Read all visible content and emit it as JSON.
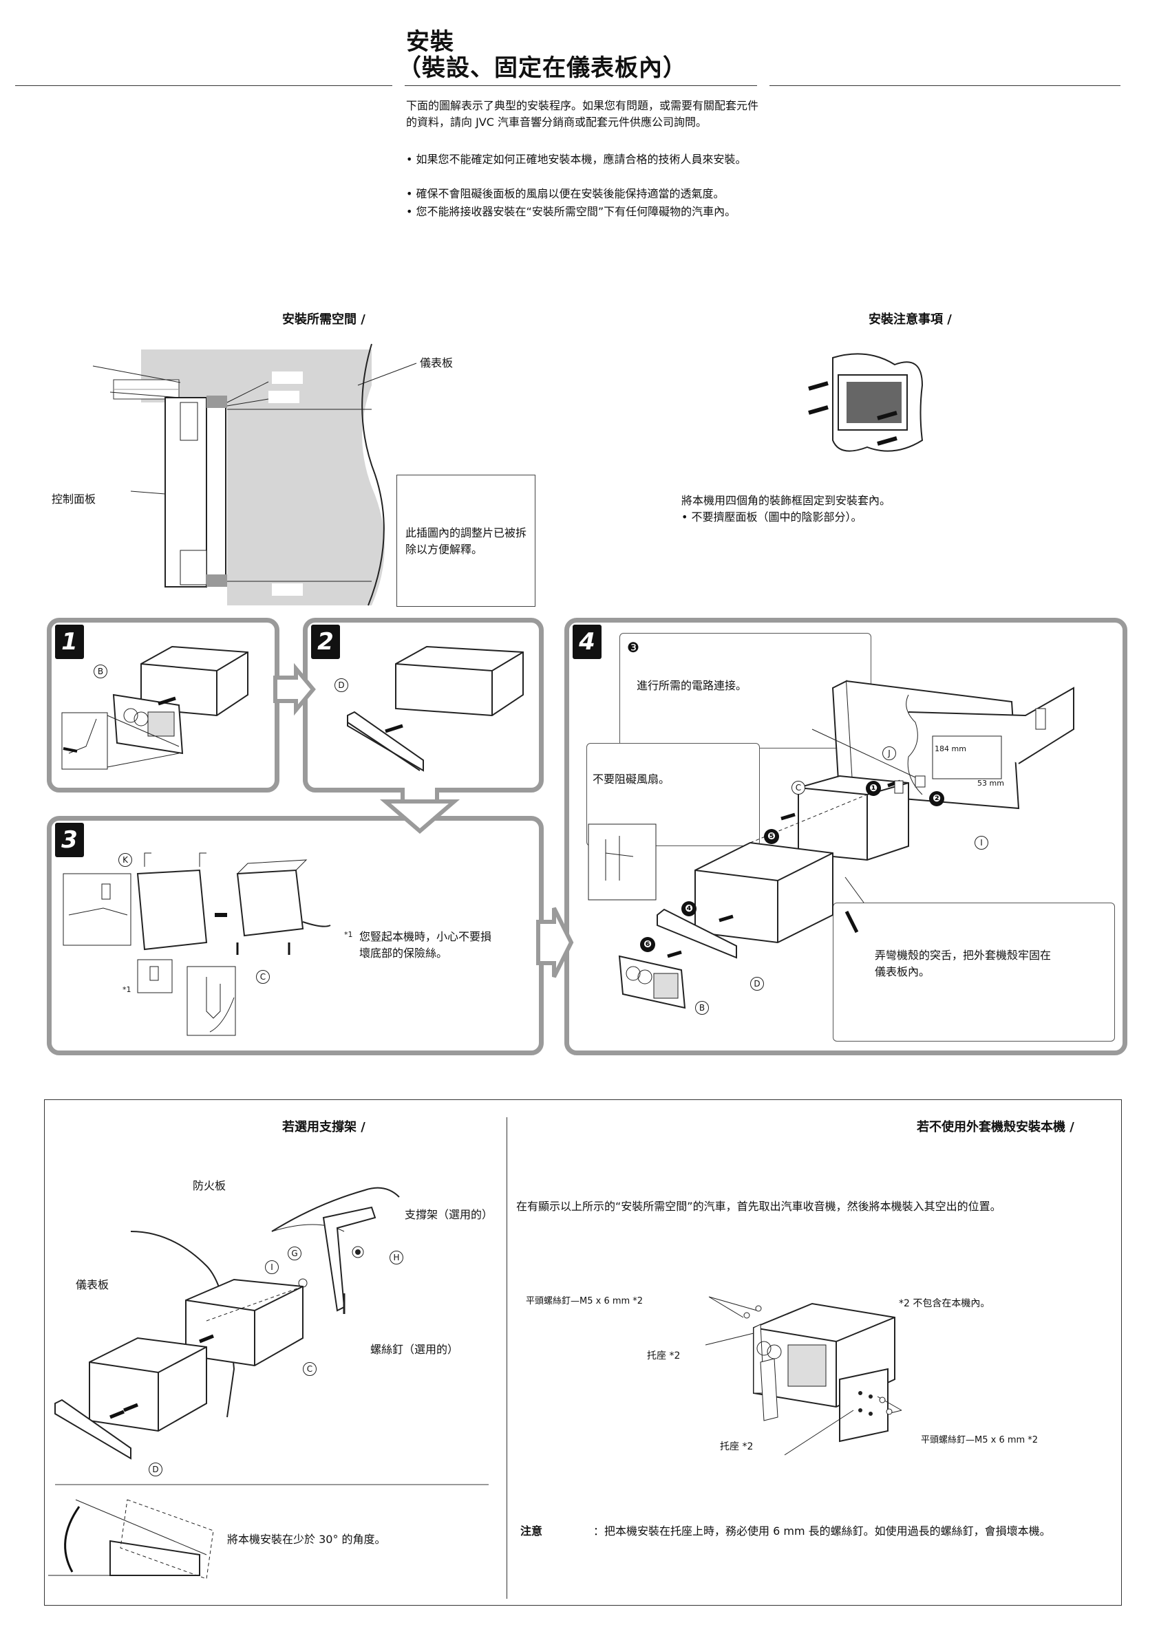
{
  "header": {
    "title_line1": "安裝",
    "title_line2": "（裝設、固定在儀表板內）",
    "intro": "下面的圖解表示了典型的安裝程序。如果您有問題，或需要有關配套元件的資料，請向 JVC 汽車音響分銷商或配套元件供應公司詢問。",
    "bullets": [
      "如果您不能確定如何正確地安裝本機，應請合格的技術人員來安裝。",
      "確保不會阻礙後面板的風扇以便在安裝後能保持適當的透氣度。",
      "您不能將接收器安裝在“安裝所需空間”下有任何障礙物的汽車內。"
    ]
  },
  "space": {
    "heading": "安裝所需空間 /",
    "dashboard_label": "儀表板",
    "control_panel_label": "控制面板",
    "note": "此插圖內的調整片已被拆除以方便解釋。"
  },
  "caution": {
    "heading": "安裝注意事項 /",
    "text": "將本機用四個角的裝飾框固定到安裝套內。",
    "bullet": "不要擠壓面板（圖中的陰影部分）。"
  },
  "steps": {
    "s1": "1",
    "s2": "2",
    "s3": "3",
    "s4": "4",
    "s3_note_mark": "*1",
    "s3_note": "您豎起本機時，小心不要損壞底部的保險絲。",
    "s4_connect_num": "❸",
    "s4_connect": "進行所需的電路連接。",
    "s4_fan": "不要阻礙風扇。",
    "s4_bend": "弄彎機殼的突舌，把外套機殼牢固在儀表板內。",
    "dim_w": "184 mm",
    "dim_h": "53 mm"
  },
  "letters": {
    "B": "B",
    "C": "C",
    "D": "D",
    "G": "G",
    "H": "H",
    "I": "I",
    "J": "J",
    "K": "K"
  },
  "nums": {
    "n1": "❶",
    "n2": "❷",
    "n4": "❹",
    "n5": "❺",
    "n6": "❻"
  },
  "bracket": {
    "heading": "若選用支撐架 /",
    "firewall": "防火板",
    "dashboard": "儀表板",
    "strap": "支撐架（選用的）",
    "screw": "螺絲釘（選用的）",
    "angle": "將本機安裝在少於 30° 的角度。"
  },
  "nosleeve": {
    "heading": "若不使用外套機殼安裝本機 /",
    "text": "在有顯示以上所示的“安裝所需空間”的汽車，首先取出汽車收音機，然後將本機裝入其空出的位置。",
    "screw_left": "平頭螺絲釘—M5 x 6 mm *2",
    "not_included": "*2 不包含在本機內。",
    "pocket1": "托座 *2",
    "pocket2": "托座 *2",
    "screw_right": "平頭螺絲釘—M5 x 6 mm *2",
    "note_label": "注意",
    "note_text": "：把本機安裝在托座上時，務必使用 6 mm 長的螺絲釘。如使用過長的螺絲釘，會損壞本機。"
  }
}
